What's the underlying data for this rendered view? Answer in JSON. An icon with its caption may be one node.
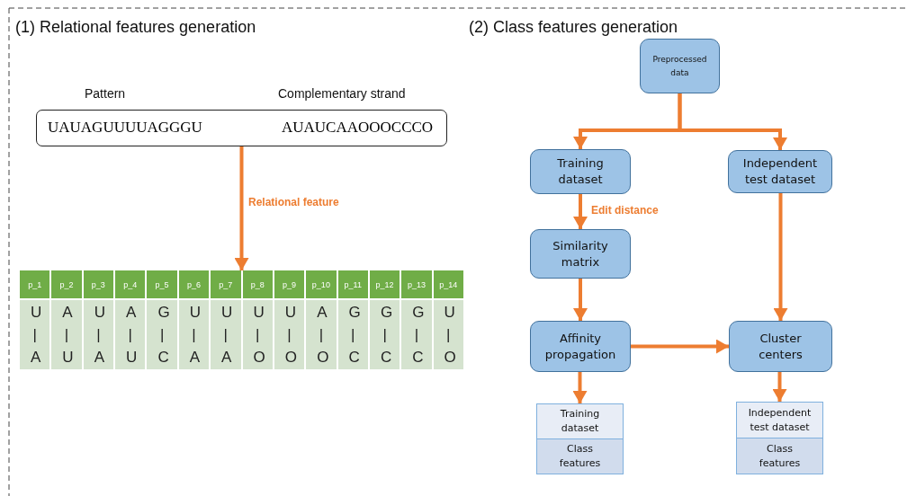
{
  "diagram": {
    "nodes": [
      {
        "text": [
          "Pattern",
          "UAUAGUUUUAGGGU",
          "Complementary strand",
          "AUAUCAAOOOCCCO"
        ]
      },
      {
        "text": [],
        "shape": "box"
      },
      {
        "text": [
          "Preprocessed data"
        ]
      },
      {
        "text": [
          "Training dataset"
        ]
      },
      {
        "text": [
          "Independent test dataset"
        ]
      },
      {
        "text": [
          "Similarity matrix"
        ]
      },
      {
        "text": [
          "Affinity propagation"
        ]
      },
      {
        "text": [
          "Cluster centers"
        ]
      },
      {
        "text": [
          "Training dataset",
          "Class features"
        ]
      },
      {
        "text": [
          "Independent test dataset",
          "Class features"
        ]
      }
    ],
    "edges": [
      {
        "from": 0,
        "to": 1,
        "arrow": "to",
        "label": "Relational feature"
      },
      {
        "from": 2,
        "to": 3,
        "arrow": "to"
      },
      {
        "from": 2,
        "to": 4,
        "arrow": "to"
      },
      {
        "from": 3,
        "to": 5,
        "arrow": "to",
        "label": "Edit distance"
      },
      {
        "from": 5,
        "to": 6,
        "arrow": "to"
      },
      {
        "from": 4,
        "to": 7,
        "arrow": "to"
      },
      {
        "from": 6,
        "to": 7,
        "arrow": "to"
      },
      {
        "from": 6,
        "to": 8,
        "arrow": "to"
      },
      {
        "from": 7,
        "to": 9,
        "arrow": "to"
      }
    ],
    "labels": [
      "(1) Relational features generation",
      "(2) Class features generation",
      "p_1",
      "p_2",
      "p_3",
      "p_4",
      "p_5",
      "p_6",
      "p_7",
      "p_8",
      "p_9",
      "p_10",
      "p_11",
      "p_12",
      "p_13",
      "p_14",
      "U | A",
      "A | U",
      "U | A",
      "A | U",
      "G | C",
      "U | A",
      "U | A",
      "U | O",
      "U | O",
      "A | O",
      "G | C",
      "G | C",
      "G | C",
      "U | O"
    ]
  }
}
